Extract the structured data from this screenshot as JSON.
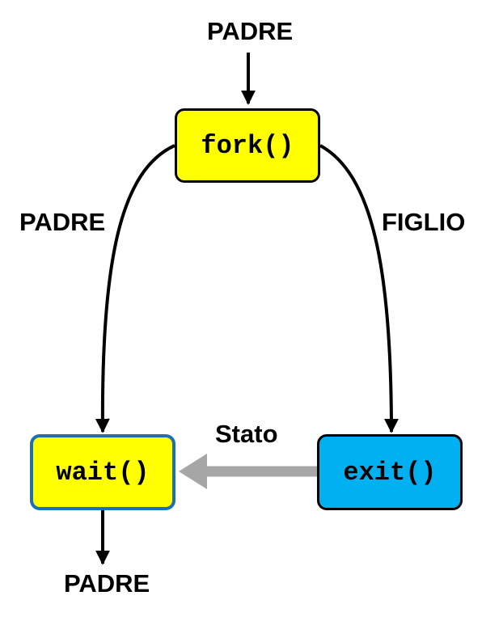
{
  "labels": {
    "top": "PADRE",
    "left": "PADRE",
    "right": "FIGLIO",
    "bottom": "PADRE",
    "status": "Stato"
  },
  "nodes": {
    "fork": {
      "text": "fork()",
      "fill": "#ffff00",
      "border": "#000000"
    },
    "wait": {
      "text": "wait()",
      "fill": "#ffff00",
      "border": "#1f6fb5"
    },
    "exit": {
      "text": "exit()",
      "fill": "#00b0f0",
      "border": "#000000"
    }
  },
  "colors": {
    "edge": "#000000",
    "status_arrow": "#a6a6a6"
  }
}
